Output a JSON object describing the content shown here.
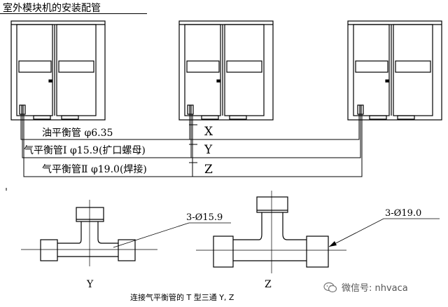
{
  "title": "室外模块机的安装配管",
  "pipes": {
    "oil": "油平衡管 φ6.35",
    "gas1": "气平衡管Ⅰ φ15.9(扩口螺母)",
    "gas2": "气平衡管Ⅱ φ19.0(焊接)"
  },
  "markers": {
    "x": "X",
    "y": "Y",
    "z": "Z"
  },
  "tees": {
    "y": {
      "dim": "3-Ø15.9",
      "label": "Y"
    },
    "z": {
      "dim": "3-Ø19.0",
      "label": "Z"
    }
  },
  "caption": "连接气平衡管的 T 型三通 Y, Z",
  "watermark": {
    "icon": "wechat-icon",
    "text": "微信号: nhvaca"
  }
}
